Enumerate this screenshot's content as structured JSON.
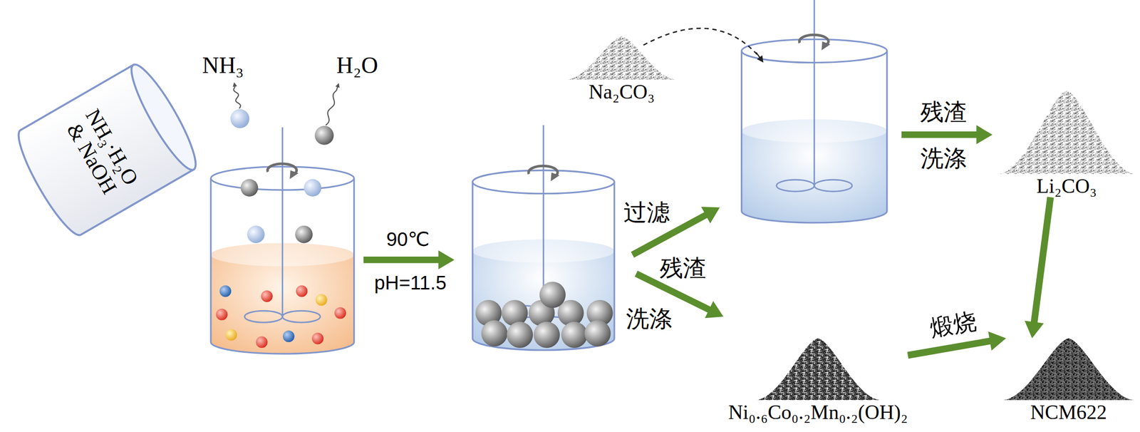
{
  "diagram": {
    "nodes": [
      {
        "text": [
          "NH₃·H₂O & NaOH"
        ]
      },
      {
        "text": [
          "Na₂CO₃"
        ]
      },
      {
        "text": [
          "Li₂CO₃"
        ]
      },
      {
        "text": [
          "Ni₀.₆Co₀.₂Mn₀.₂(OH)₂"
        ]
      },
      {
        "text": [
          "NCM622"
        ]
      }
    ],
    "edges": [
      {
        "from": 2,
        "to": 4,
        "arrow": "to"
      },
      {
        "from": 3,
        "to": 4,
        "label": "煅烧",
        "arrow": "to"
      }
    ],
    "labels": [
      "NH₃",
      "H₂O",
      "90℃",
      "pH=11.5",
      "过滤",
      "残渣",
      "洗涤",
      "残渣",
      "洗涤"
    ]
  }
}
